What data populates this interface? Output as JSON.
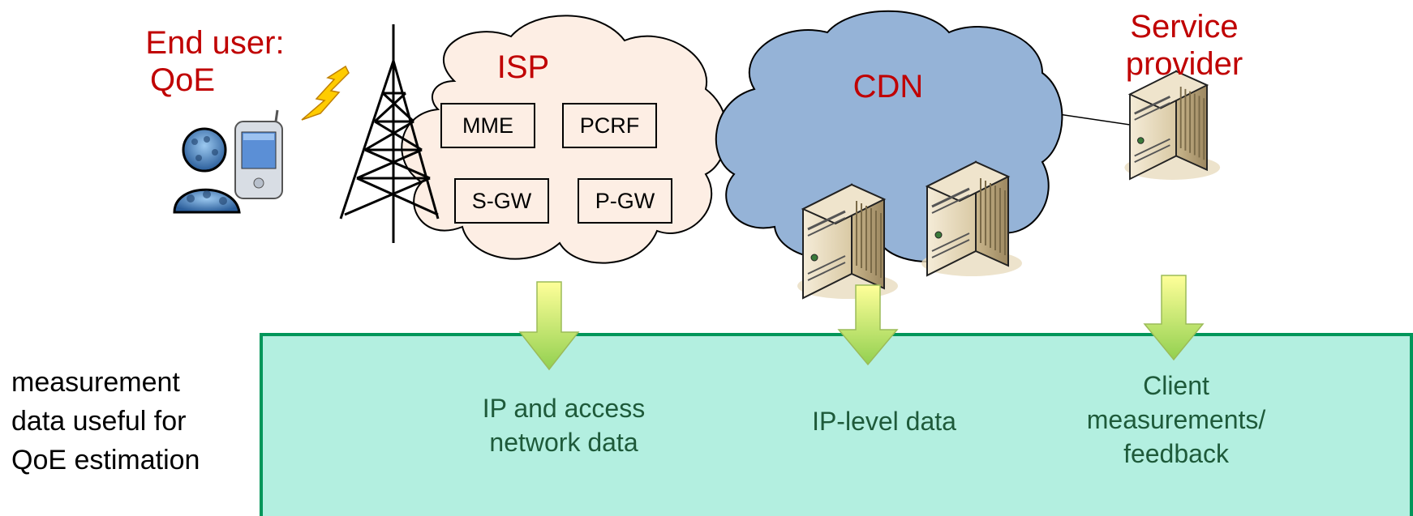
{
  "actors": {
    "end_user": {
      "line1": "End user:",
      "line2": "QoE"
    },
    "isp": {
      "title": "ISP",
      "boxes": [
        "MME",
        "PCRF",
        "S-GW",
        "P-GW"
      ]
    },
    "cdn": {
      "title": "CDN"
    },
    "service_provider": {
      "line1": "Service",
      "line2": "provider"
    }
  },
  "measurement_panel": {
    "side_label": [
      "measurement",
      "data useful for",
      "QoE estimation"
    ],
    "sources": {
      "isp": [
        "IP and access",
        "network data"
      ],
      "cdn": [
        "IP-level data"
      ],
      "client": [
        "Client",
        "measurements/",
        "feedback"
      ]
    }
  },
  "colors": {
    "label_red": "#c00000",
    "isp_cloud": "#fdeee4",
    "cdn_cloud": "#95b3d7",
    "panel_fill": "#b3efe0",
    "panel_border": "#00965a",
    "arrow_top": "#ffff99",
    "arrow_bottom": "#92d050"
  },
  "icons": [
    "user-icon",
    "mobile-phone-icon",
    "lightning-icon",
    "radio-tower-icon",
    "server-icon"
  ]
}
